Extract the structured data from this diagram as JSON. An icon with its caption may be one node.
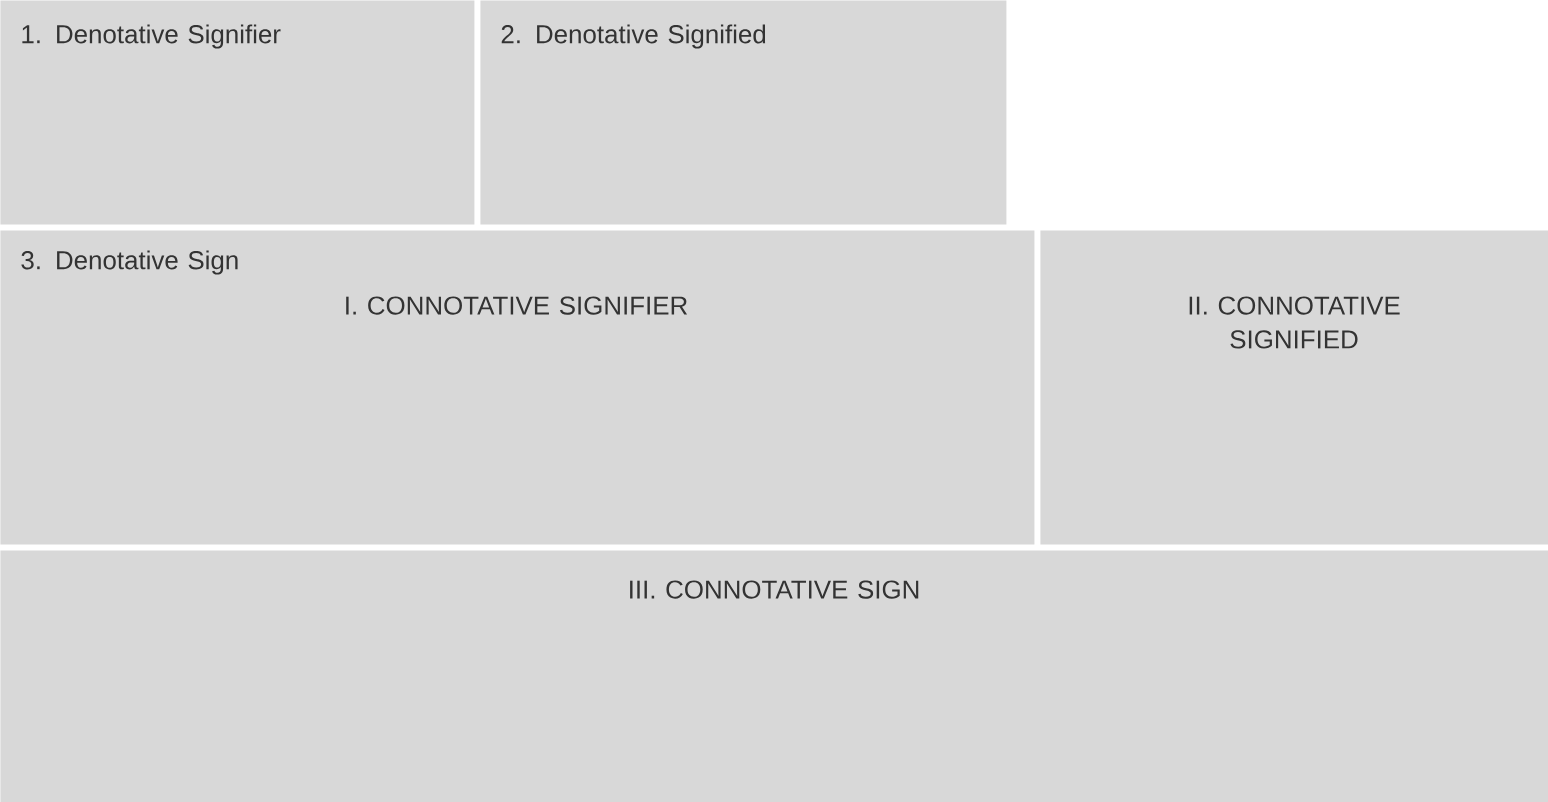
{
  "diagram": {
    "nodes": [
      {
        "text": [
          "1. Denotative Signifier"
        ]
      },
      {
        "text": [
          "2. Denotative Signified"
        ]
      },
      {
        "text": [
          "3. Denotative Sign",
          "I. CONNOTATIVE SIGNIFIER"
        ]
      },
      {
        "text": [
          "II. CONNOTATIVE SIGNIFIED"
        ]
      },
      {
        "text": [
          "III. CONNOTATIVE SIGN"
        ]
      }
    ]
  }
}
